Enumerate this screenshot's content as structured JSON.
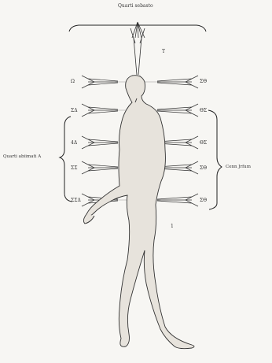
{
  "labels": {
    "top": "Quarti sebasto",
    "left_group": "Quarti abiimati A",
    "right_group": "Cenn Jrfum",
    "t_mark": "T",
    "i_mark": "1"
  },
  "left_numbers": [
    "Ω",
    "ΣΔ",
    "4Δ",
    "ΣΣ",
    "ΣΣΔ"
  ],
  "right_numbers": [
    "ΣΘ",
    "ΘΣ",
    "ΘΣ",
    "ΣΘ",
    "ΣΘ"
  ]
}
